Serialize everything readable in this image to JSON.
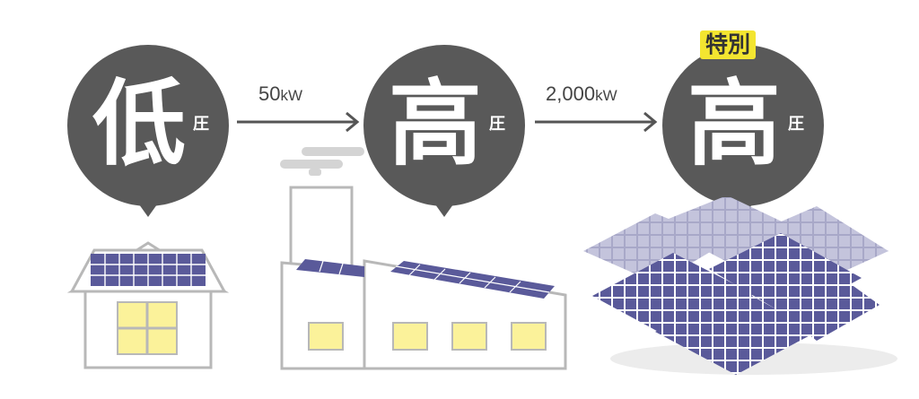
{
  "bubbles": [
    {
      "main": "低",
      "sub": "圧"
    },
    {
      "main": "高",
      "sub": "圧"
    },
    {
      "main": "高",
      "sub": "圧",
      "badge": "特別"
    }
  ],
  "arrows": [
    {
      "value": "50",
      "unit": "kW"
    },
    {
      "value": "2,000",
      "unit": "kW"
    }
  ],
  "colors": {
    "bubble": "#595959",
    "arrow": "#555555",
    "panel": "#5a5a9a",
    "window": "#fbf29a",
    "badge": "#f3e530"
  }
}
